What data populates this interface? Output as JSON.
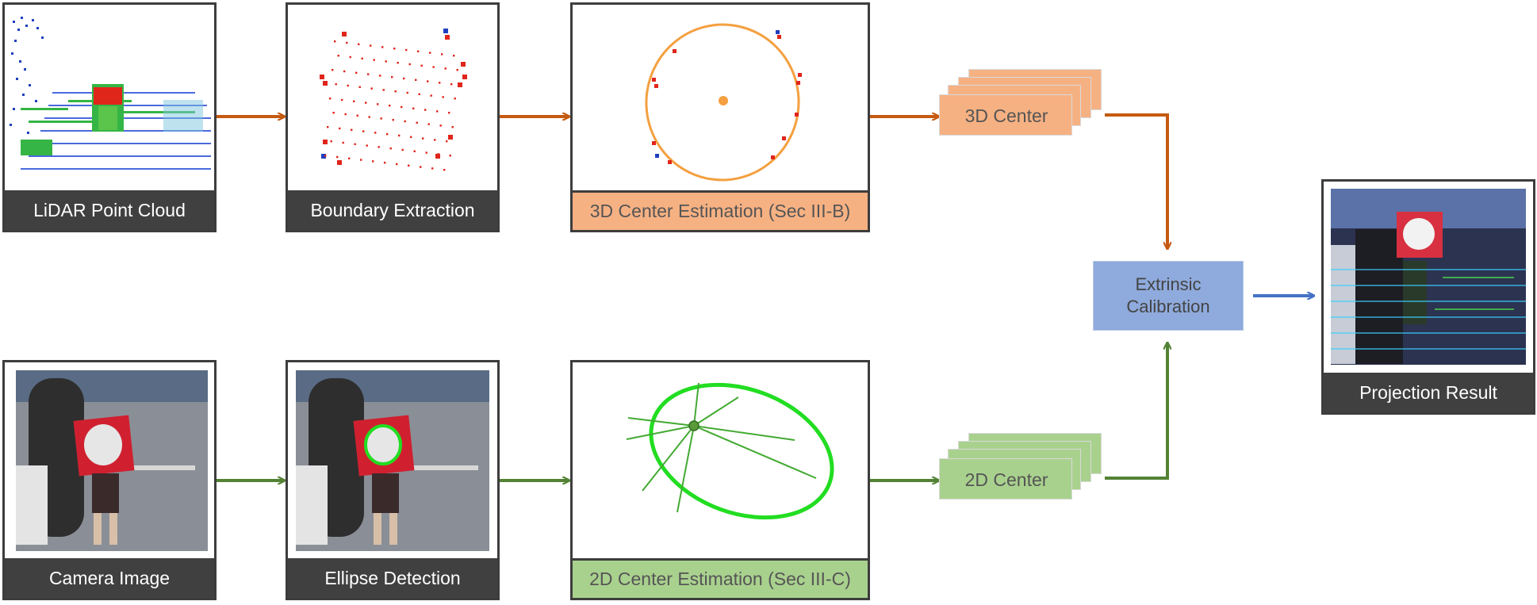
{
  "colors": {
    "lidar_flow": "#c55a11",
    "camera_flow": "#548235",
    "output_flow": "#4472c4",
    "center_3d": "#f6b183",
    "center_2d": "#a9d18e",
    "calibration": "#8faadc",
    "caption_dark": "#404040"
  },
  "lidar_row": {
    "point_cloud": "LiDAR Point Cloud",
    "boundary": "Boundary Extraction",
    "center_estimation": "3D Center Estimation (Sec III-B)",
    "center_stack": "3D Center"
  },
  "camera_row": {
    "image": "Camera Image",
    "ellipse": "Ellipse Detection",
    "center_estimation": "2D Center Estimation (Sec III-C)",
    "center_stack": "2D Center"
  },
  "calibration": {
    "line1": "Extrinsic",
    "line2": "Calibration"
  },
  "result": {
    "label": "Projection Result"
  }
}
